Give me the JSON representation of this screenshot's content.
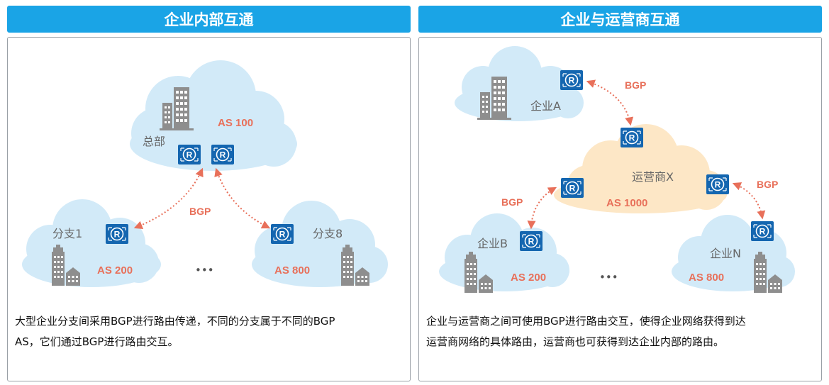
{
  "left": {
    "title": "企业内部互通",
    "hq_label": "总部",
    "hq_as": "AS 100",
    "bgp_label": "BGP",
    "branch1_label": "分支1",
    "branch1_as": "AS 200",
    "branch8_label": "分支8",
    "branch8_as": "AS 800",
    "ellipsis": "•••",
    "caption_line1": "大型企业分支间采用BGP进行路由传递，不同的分支属于不同的BGP",
    "caption_line2": "AS，它们通过BGP进行路由交互。"
  },
  "right": {
    "title": "企业与运营商互通",
    "enterprise_a_label": "企业A",
    "carrier_label": "运营商X",
    "carrier_as": "AS 1000",
    "bgp_top": "BGP",
    "bgp_left": "BGP",
    "bgp_right": "BGP",
    "enterprise_b_label": "企业B",
    "enterprise_b_as": "AS 200",
    "enterprise_n_label": "企业N",
    "enterprise_n_as": "AS 800",
    "ellipsis": "•••",
    "caption_line1": "企业与运营商之间可使用BGP进行路由交互，使得企业网络获得到达",
    "caption_line2": "运营商网络的具体路由，运营商也可获得到达企业内部的路由。"
  },
  "colors": {
    "header_bg": "#1aa4e6",
    "cloud_blue": "#d2eaf8",
    "cloud_orange": "#fde7c6",
    "router_blue": "#1466b0",
    "link_red": "#e8705a",
    "building_gray": "#8e8e8e"
  },
  "icons": {
    "router": "router-icon",
    "building": "building-icon"
  }
}
